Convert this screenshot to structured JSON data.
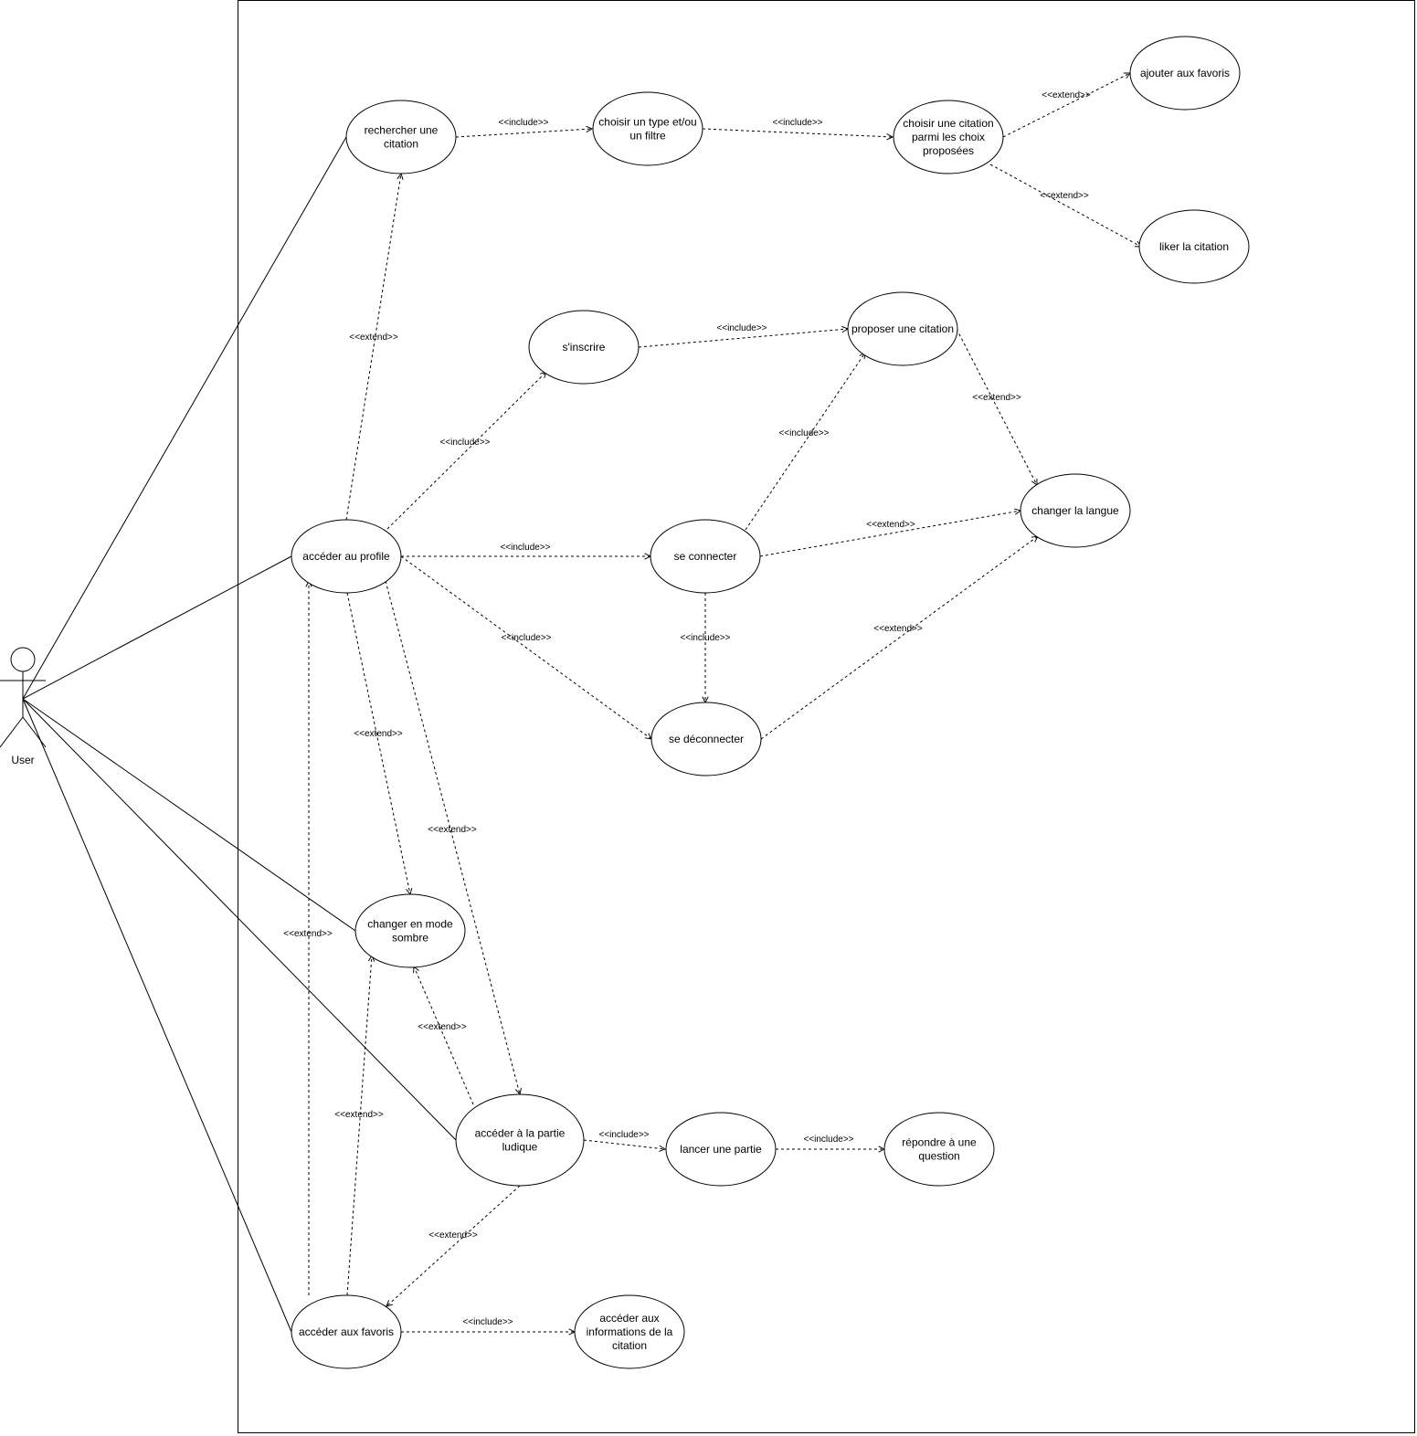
{
  "diagram": {
    "actor": {
      "name": "User"
    },
    "use_cases": [
      {
        "id": "rechercher",
        "lines": [
          "rechercher une",
          "citation"
        ]
      },
      {
        "id": "choisir_type",
        "lines": [
          "choisir un type et/ou",
          "un filtre"
        ]
      },
      {
        "id": "choisir_citation",
        "lines": [
          "choisir une citation",
          "parmi les choix",
          "proposées"
        ]
      },
      {
        "id": "ajouter_favoris",
        "lines": [
          "ajouter aux favoris"
        ]
      },
      {
        "id": "liker",
        "lines": [
          "liker la citation"
        ]
      },
      {
        "id": "inscrire",
        "lines": [
          "s'inscrire"
        ]
      },
      {
        "id": "proposer",
        "lines": [
          "proposer une citation"
        ]
      },
      {
        "id": "changer_langue",
        "lines": [
          "changer la langue"
        ]
      },
      {
        "id": "profile",
        "lines": [
          "accéder au profile"
        ]
      },
      {
        "id": "connecter",
        "lines": [
          "se connecter"
        ]
      },
      {
        "id": "deconnecter",
        "lines": [
          "se déconnecter"
        ]
      },
      {
        "id": "sombre",
        "lines": [
          "changer en mode",
          "sombre"
        ]
      },
      {
        "id": "ludique",
        "lines": [
          "accéder à la partie",
          "ludique"
        ]
      },
      {
        "id": "lancer",
        "lines": [
          "lancer une partie"
        ]
      },
      {
        "id": "repondre",
        "lines": [
          "répondre à une",
          "question"
        ]
      },
      {
        "id": "favoris",
        "lines": [
          "accéder aux favoris"
        ]
      },
      {
        "id": "infos",
        "lines": [
          "accéder aux",
          "informations de la",
          "citation"
        ]
      }
    ],
    "associations": [
      {
        "actor": "User",
        "use_case": "rechercher"
      },
      {
        "actor": "User",
        "use_case": "profile"
      },
      {
        "actor": "User",
        "use_case": "sombre"
      },
      {
        "actor": "User",
        "use_case": "ludique"
      },
      {
        "actor": "User",
        "use_case": "favoris"
      }
    ],
    "relations": [
      {
        "from": "rechercher",
        "to": "choisir_type",
        "label": "<<include>>"
      },
      {
        "from": "choisir_type",
        "to": "choisir_citation",
        "label": "<<include>>"
      },
      {
        "from": "choisir_citation",
        "to": "ajouter_favoris",
        "label": "<<extend>>"
      },
      {
        "from": "choisir_citation",
        "to": "liker",
        "label": "<<extend>>"
      },
      {
        "from": "profile",
        "to": "rechercher",
        "label": "<<extend>>"
      },
      {
        "from": "inscrire",
        "to": "proposer",
        "label": "<<include>>"
      },
      {
        "from": "profile",
        "to": "inscrire",
        "label": "<<include>>"
      },
      {
        "from": "connecter",
        "to": "proposer",
        "label": "<<include>>"
      },
      {
        "from": "proposer",
        "to": "changer_langue",
        "label": "<<extend>>"
      },
      {
        "from": "connecter",
        "to": "changer_langue",
        "label": "<<extend>>"
      },
      {
        "from": "profile",
        "to": "connecter",
        "label": "<<include>>"
      },
      {
        "from": "profile",
        "to": "deconnecter",
        "label": "<<include>>"
      },
      {
        "from": "connecter",
        "to": "deconnecter",
        "label": "<<include>>"
      },
      {
        "from": "deconnecter",
        "to": "changer_langue",
        "label": "<<extend>>"
      },
      {
        "from": "profile",
        "to": "sombre",
        "label": "<<extend>>"
      },
      {
        "from": "profile",
        "to": "ludique",
        "label": "<<extend>>"
      },
      {
        "from": "favoris",
        "to": "profile",
        "label": "<<extend>>"
      },
      {
        "from": "ludique",
        "to": "sombre",
        "label": "<<extend>>"
      },
      {
        "from": "favoris",
        "to": "sombre",
        "label": "<<extend>>"
      },
      {
        "from": "ludique",
        "to": "lancer",
        "label": "<<include>>"
      },
      {
        "from": "lancer",
        "to": "repondre",
        "label": "<<include>>"
      },
      {
        "from": "ludique",
        "to": "favoris",
        "label": "<<extend>>"
      },
      {
        "from": "favoris",
        "to": "infos",
        "label": "<<include>>"
      }
    ]
  }
}
